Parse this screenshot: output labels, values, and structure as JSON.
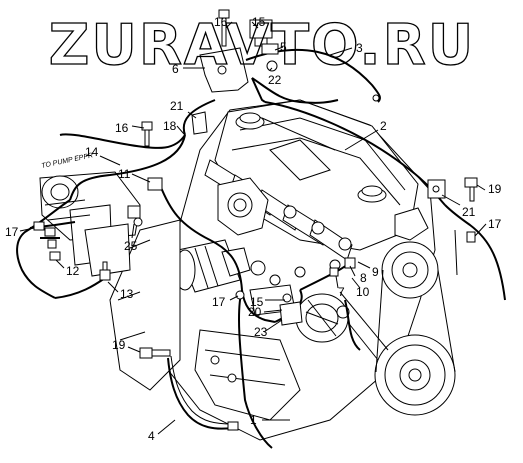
{
  "watermark": "ZURAVTO.RU",
  "note": "TO PUMP EPPR",
  "callouts": [
    {
      "key": "c16a",
      "text": "16"
    },
    {
      "key": "c15a",
      "text": "15"
    },
    {
      "key": "c5",
      "text": "5"
    },
    {
      "key": "c3",
      "text": "3"
    },
    {
      "key": "c6",
      "text": "6"
    },
    {
      "key": "c22",
      "text": "22"
    },
    {
      "key": "c21a",
      "text": "21"
    },
    {
      "key": "c16b",
      "text": "16"
    },
    {
      "key": "c18",
      "text": "18"
    },
    {
      "key": "c2",
      "text": "2"
    },
    {
      "key": "c14",
      "text": "14"
    },
    {
      "key": "c11",
      "text": "11"
    },
    {
      "key": "c19a",
      "text": "19"
    },
    {
      "key": "c21b",
      "text": "21"
    },
    {
      "key": "c17a",
      "text": "17"
    },
    {
      "key": "c25",
      "text": "25"
    },
    {
      "key": "c17b",
      "text": "17"
    },
    {
      "key": "c12",
      "text": "12"
    },
    {
      "key": "c8",
      "text": "8"
    },
    {
      "key": "c9",
      "text": "9"
    },
    {
      "key": "c7",
      "text": "7"
    },
    {
      "key": "c10",
      "text": "10"
    },
    {
      "key": "c13",
      "text": "13"
    },
    {
      "key": "c17c",
      "text": "17"
    },
    {
      "key": "c15b",
      "text": "15"
    },
    {
      "key": "c20",
      "text": "20"
    },
    {
      "key": "c23",
      "text": "23"
    },
    {
      "key": "c19b",
      "text": "19"
    },
    {
      "key": "c4",
      "text": "4"
    },
    {
      "key": "c1",
      "text": "1"
    }
  ]
}
